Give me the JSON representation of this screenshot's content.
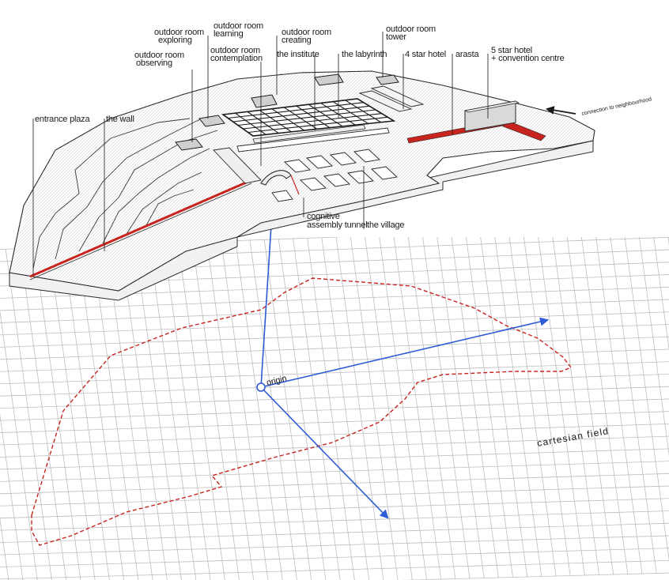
{
  "labels": {
    "outdoor_room_exploring_1": "outdoor room",
    "outdoor_room_exploring_2": "exploring",
    "outdoor_room_learning_1": "outdoor room",
    "outdoor_room_learning_2": "learning",
    "outdoor_room_creating_1": "outdoor room",
    "outdoor_room_creating_2": "creating",
    "outdoor_room_tower_1": "outdoor room",
    "outdoor_room_tower_2": "tower",
    "outdoor_room_observing_1": "outdoor room",
    "outdoor_room_observing_2": "observing",
    "outdoor_room_contemplation_1": "outdoor room",
    "outdoor_room_contemplation_2": "contemplation",
    "the_institute": "the institute",
    "the_labyrinth": "the labyrinth",
    "four_star_hotel": "4 star hotel",
    "arasta": "arasta",
    "five_star_hotel_1": "5 star hotel",
    "five_star_hotel_2": "+ convention centre",
    "connection": "connection to neighbourhood",
    "entrance_plaza": "entrance plaza",
    "the_wall": "the wall",
    "cognitive_tunnel_1": "cognitive",
    "cognitive_tunnel_2": "assembly tunnel",
    "the_village": "the village",
    "origin": "origin",
    "cartesian_field": "cartesian field"
  },
  "colors": {
    "accent_red": "#c8241e",
    "axis_blue": "#2e5bd6",
    "outline": "#2a2a2a",
    "grid": "#b9b9b9"
  }
}
